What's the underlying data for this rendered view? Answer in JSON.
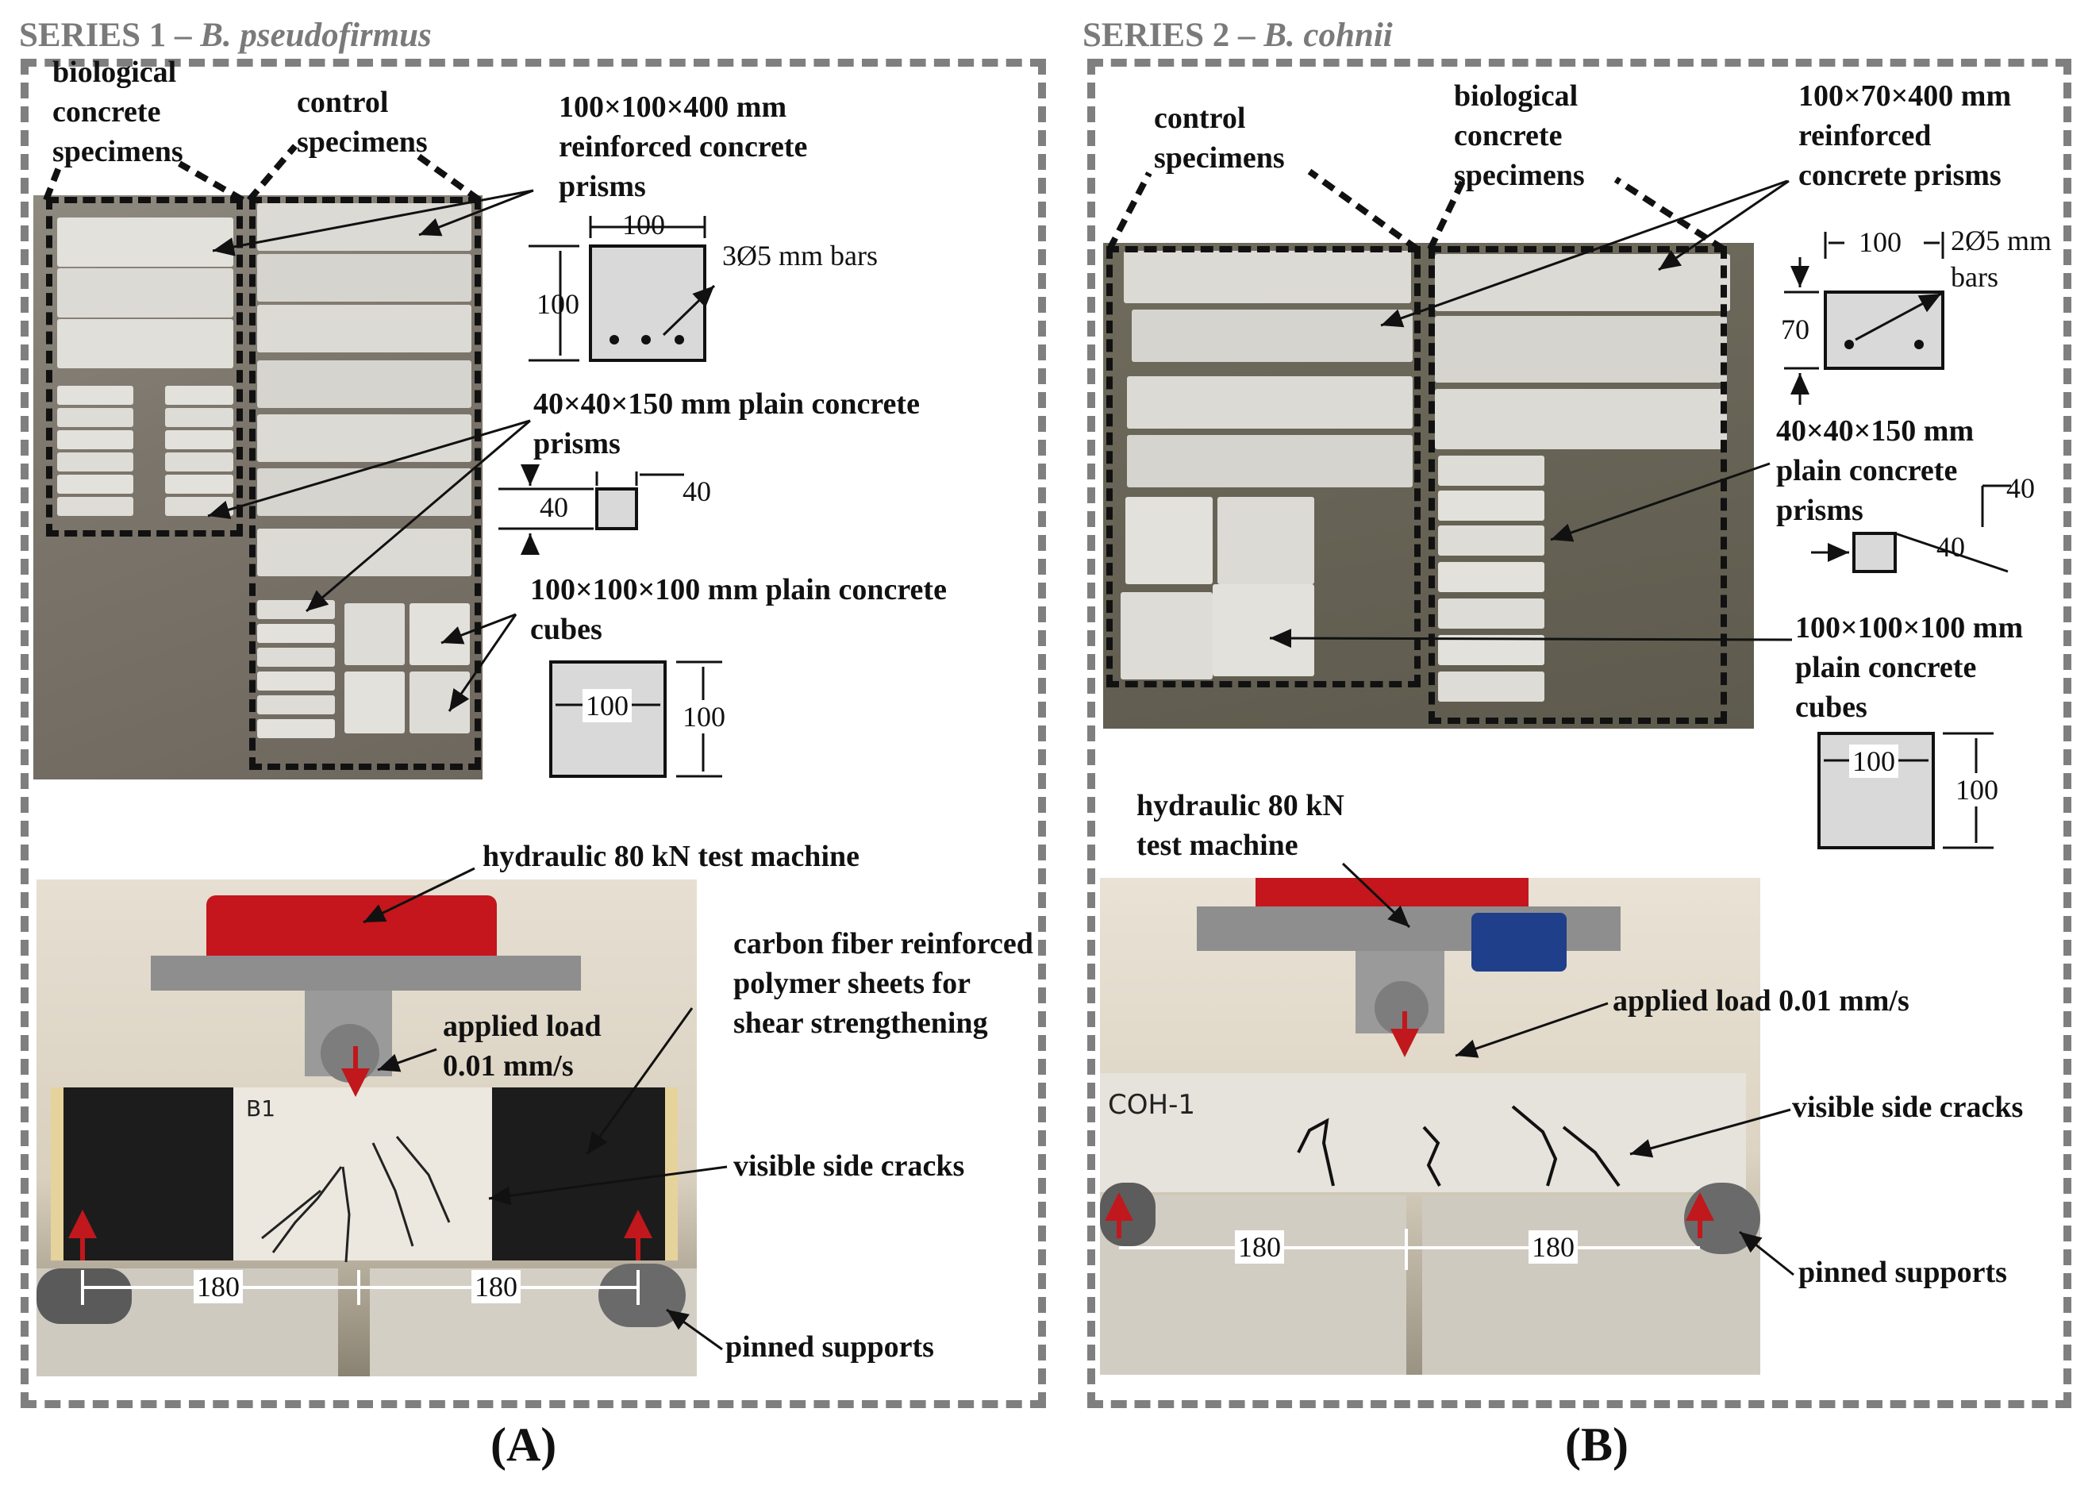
{
  "series1": {
    "title_prefix": "SERIES 1 – ",
    "title_species": "B. pseudofirmus",
    "group_biological": "biological concrete specimens",
    "group_control": "control specimens",
    "prism_label": "100×100×400 mm reinforced concrete prisms",
    "prism_dim_w": "100",
    "prism_dim_h": "100",
    "prism_bars": "3Ø5 mm bars",
    "small_prism_label": "40×40×150 mm plain concrete prisms",
    "small_prism_dim_h": "40",
    "small_prism_dim_w": "40",
    "cube_label": "100×100×100 mm plain concrete cubes",
    "cube_dim_w": "100",
    "cube_dim_h": "100",
    "machine_label": "hydraulic 80 kN test machine",
    "load_label": "applied load 0.01 mm/s",
    "cfrp_label": "carbon fiber reinforced polymer sheets for shear strengthening",
    "cracks_label": "visible side cracks",
    "supports_label": "pinned supports",
    "span_left": "180",
    "span_right": "180",
    "specimen_tag": "B1"
  },
  "series2": {
    "title_prefix": "SERIES 2 – ",
    "title_species": "B. cohnii",
    "group_control": "control specimens",
    "group_biological": "biological concrete specimens",
    "prism_label": "100×70×400 mm reinforced concrete prisms",
    "prism_dim_w": "100",
    "prism_dim_h": "70",
    "prism_bars": "2Ø5 mm bars",
    "small_prism_label": "40×40×150 mm plain concrete prisms",
    "small_prism_dim_h": "40",
    "small_prism_dim_w": "40",
    "cube_label": "100×100×100 mm plain concrete cubes",
    "cube_dim_w": "100",
    "cube_dim_h": "100",
    "machine_label": "hydraulic 80 kN test machine",
    "load_label": "applied load 0.01 mm/s",
    "cracks_label": "visible side cracks",
    "supports_label": "pinned supports",
    "span_left": "180",
    "span_right": "180",
    "specimen_tag": "COH-1"
  },
  "captions": {
    "a": "(A)",
    "b": "(B)"
  },
  "colors": {
    "panel_border": "#7f7f7f",
    "section_fill": "#d9d9d9",
    "load_arrow": "#c0181c",
    "machine_red": "#c4161c",
    "cfrp": "#1c1c1c"
  }
}
